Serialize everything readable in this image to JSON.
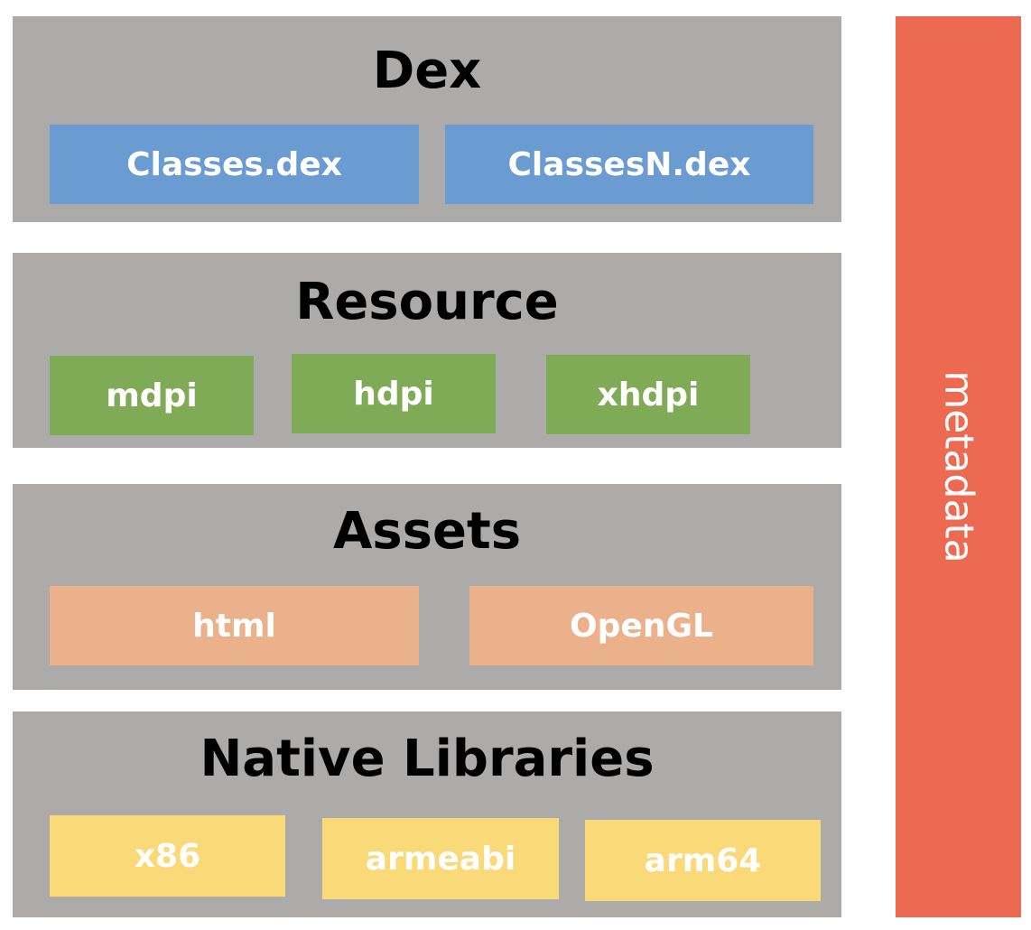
{
  "colors": {
    "layer_bg": "#adabaa",
    "dex_box": "#6a9bd1",
    "resource_box": "#7fab57",
    "assets_box": "#ebb18b",
    "native_box": "#fad978",
    "metadata_bar": "#ec6a51"
  },
  "layers": {
    "dex": {
      "title": "Dex",
      "items": [
        "Classes.dex",
        "ClassesN.dex"
      ]
    },
    "resource": {
      "title": "Resource",
      "items": [
        "mdpi",
        "hdpi",
        "xhdpi"
      ]
    },
    "assets": {
      "title": "Assets",
      "items": [
        "html",
        "OpenGL"
      ]
    },
    "native": {
      "title": "Native Libraries",
      "items": [
        "x86",
        "armeabi",
        "arm64"
      ]
    }
  },
  "metadata": {
    "label": "metadata"
  }
}
